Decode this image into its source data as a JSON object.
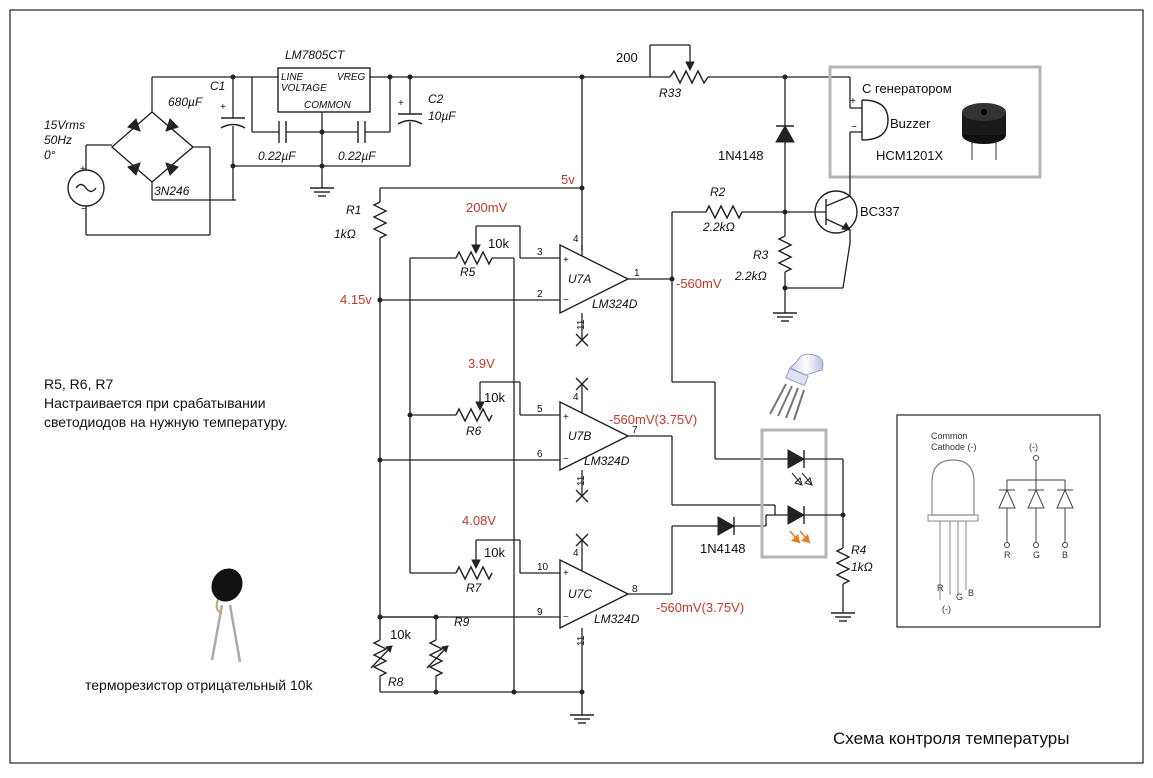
{
  "source": {
    "rms": "15Vrms",
    "freq": "50Hz",
    "phase": "0°"
  },
  "bridge": {
    "name": "3N246"
  },
  "c1": {
    "name": "C1",
    "value": "680µF"
  },
  "c2": {
    "name": "C2",
    "value": "10µF"
  },
  "reg": {
    "name": "LM7805CT",
    "line": "LINE",
    "voltage": "VOLTAGE",
    "vreg": "VREG",
    "common": "COMMON"
  },
  "cap_a": {
    "value": "0.22µF"
  },
  "cap_b": {
    "value": "0.22µF"
  },
  "rail": {
    "v5": "5v"
  },
  "r1": {
    "name": "R1",
    "value": "1kΩ"
  },
  "r33": {
    "name": "R33",
    "value": "200"
  },
  "d_1n4148_top": {
    "name": "1N4148"
  },
  "r2": {
    "name": "R2",
    "value": "2.2kΩ"
  },
  "r3": {
    "name": "R3",
    "value": "2.2kΩ"
  },
  "q1": {
    "name": "BC337"
  },
  "buzzer": {
    "title": "С генератором",
    "label": "Buzzer",
    "model": "HCM1201X"
  },
  "u7a": {
    "name": "U7A",
    "part": "LM324D",
    "pin_plus": "3",
    "pin_minus": "2",
    "pin_out": "1",
    "pin_v": "4",
    "pin_g": "11"
  },
  "u7b": {
    "name": "U7B",
    "part": "LM324D",
    "pin_plus": "5",
    "pin_minus": "6",
    "pin_out": "7",
    "pin_v": "4",
    "pin_g": "11"
  },
  "u7c": {
    "name": "U7C",
    "part": "LM324D",
    "pin_plus": "10",
    "pin_minus": "9",
    "pin_out": "8",
    "pin_v": "4",
    "pin_g": "11"
  },
  "r5": {
    "name": "R5",
    "value": "10k"
  },
  "r6": {
    "name": "R6",
    "value": "10k"
  },
  "r7": {
    "name": "R7",
    "value": "10k"
  },
  "r8": {
    "name": "R8",
    "value": "10k"
  },
  "r9": {
    "name": "R9"
  },
  "r4": {
    "name": "R4",
    "value": "1kΩ"
  },
  "d_1n4148_led": {
    "name": "1N4148"
  },
  "voltages": {
    "v_200mV": "200mV",
    "v_4_15": "4.15v",
    "v_neg560_a": "-560mV",
    "v_3_9": "3.9V",
    "v_neg560_b": "-560mV(3.75V)",
    "v_4_08": "4.08V",
    "v_neg560_c": "-560mV(3.75V)"
  },
  "note": {
    "line1": "R5, R6, R7",
    "line2": "Настраивается при срабатывании",
    "line3": "светодиодов на нужную температуру."
  },
  "thermistor": {
    "caption": "терморезистор отрицательный 10k"
  },
  "rgb": {
    "common": "Common",
    "cathode": "Cathode (-)",
    "minus_top": "(-)",
    "r": "R",
    "g": "G",
    "b": "B",
    "pin_r": "R",
    "pin_g": "G",
    "pin_b": "B",
    "pin_minus": "(-)"
  },
  "title": "Схема контроля температуры",
  "colors": {
    "annotation": "#c0392b",
    "led_arrow_orange": "#e67e22",
    "frame_gray": "#b5b5b5"
  }
}
